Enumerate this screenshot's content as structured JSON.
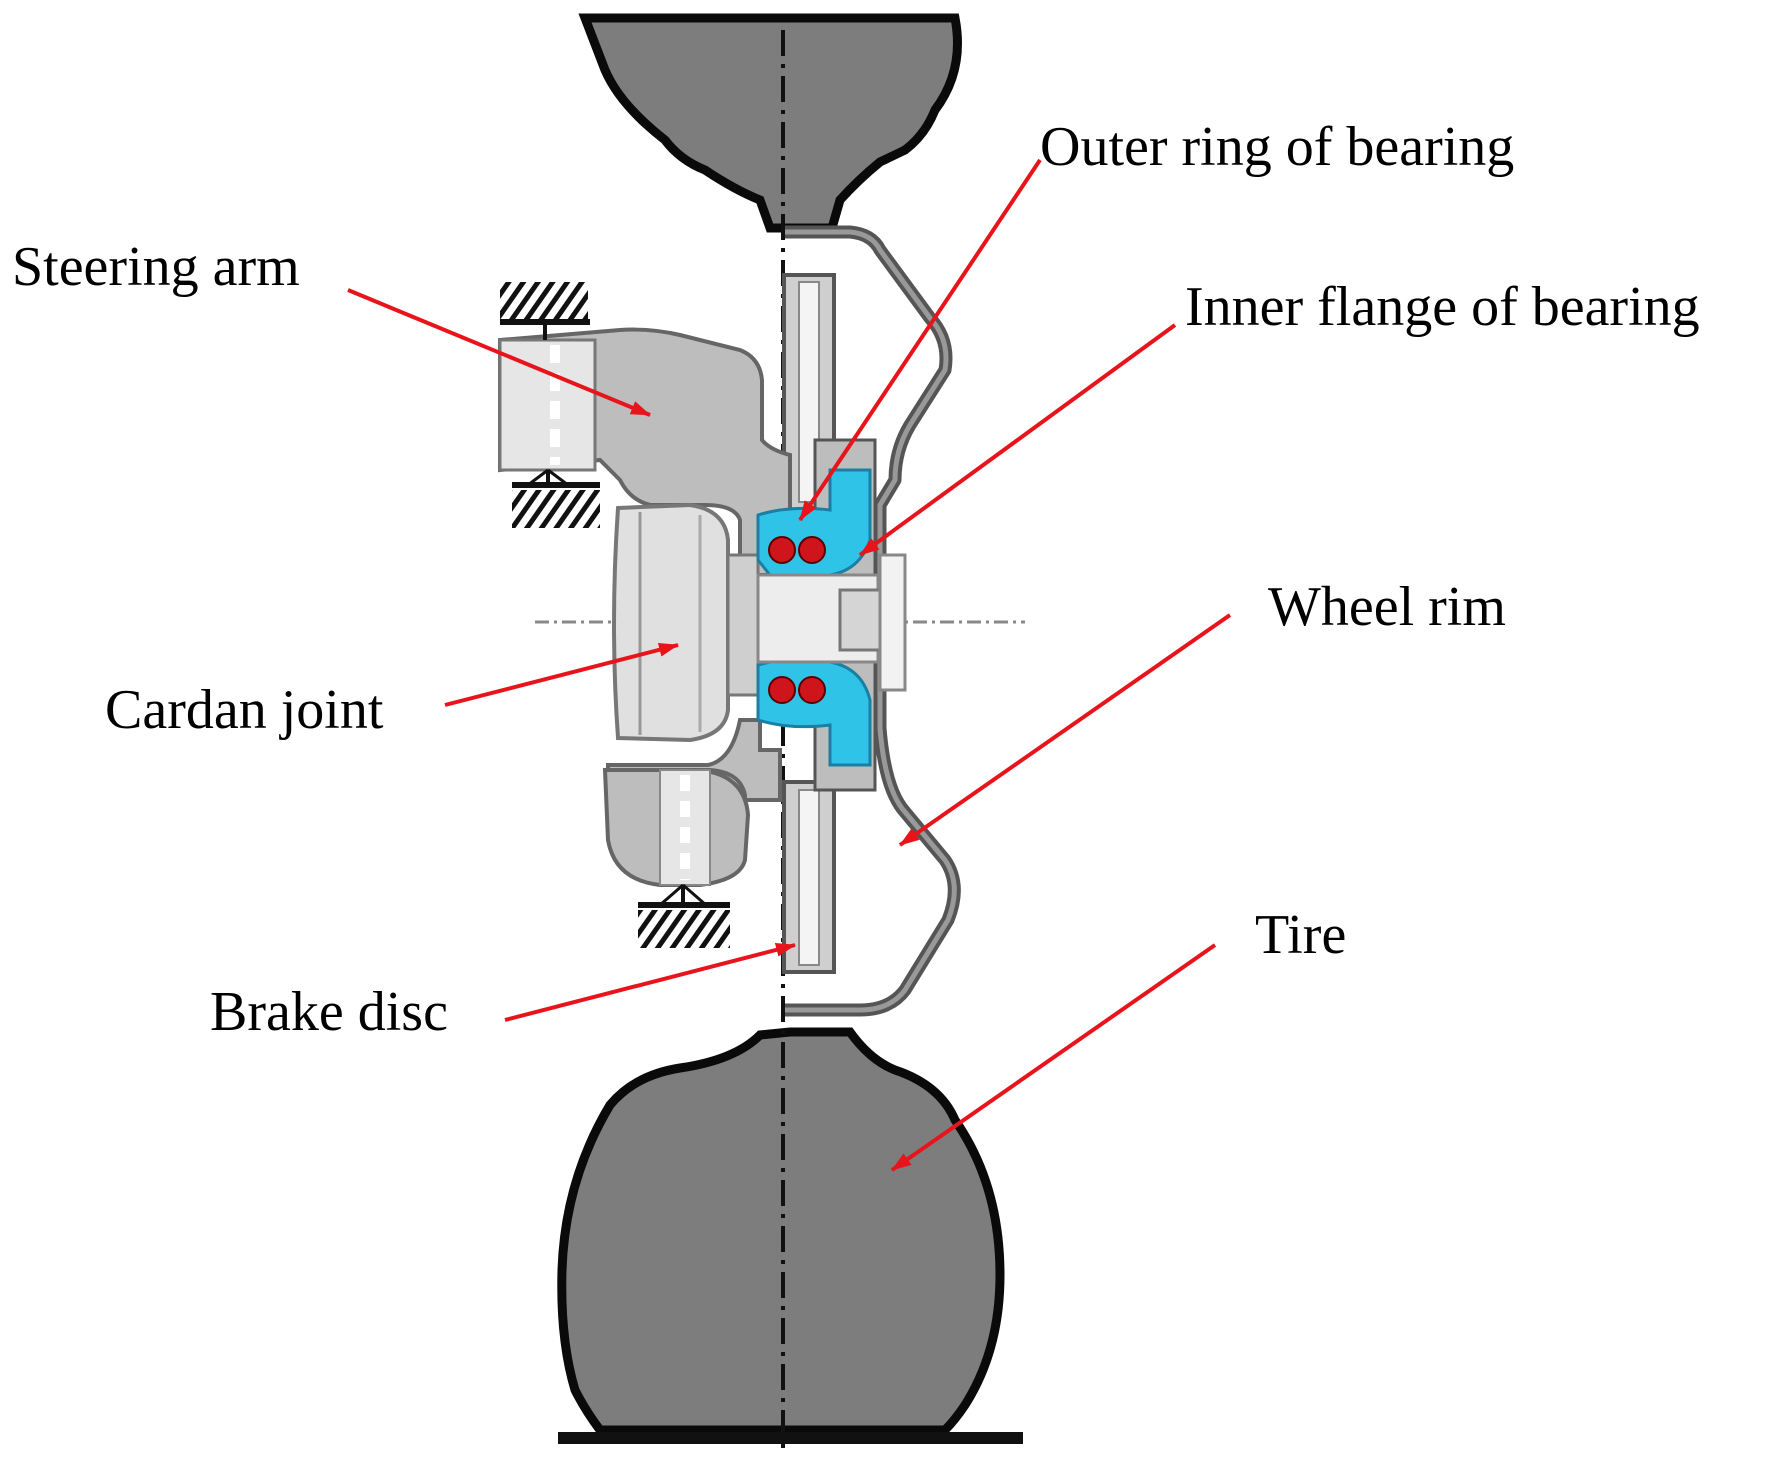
{
  "labels": {
    "outer_ring": "Outer ring of bearing",
    "steering_arm": "Steering arm",
    "inner_flange": "Inner flange of bearing",
    "wheel_rim": "Wheel rim",
    "cardan_joint": "Cardan joint",
    "tire": "Tire",
    "brake_disc": "Brake disc"
  },
  "colors": {
    "arrow": "#e8141b",
    "tire_fill": "#7d7d7d",
    "tire_outline": "#0a0a0a",
    "part_light": "#d9d9d9",
    "part_mid": "#a6a6a6",
    "bearing": "#2fc3e8",
    "rollers": "#d0141b",
    "ground": "#111111"
  },
  "icons": {
    "fixed_support": "hatched-ground-symbol",
    "arrow_head": "filled-triangle"
  }
}
